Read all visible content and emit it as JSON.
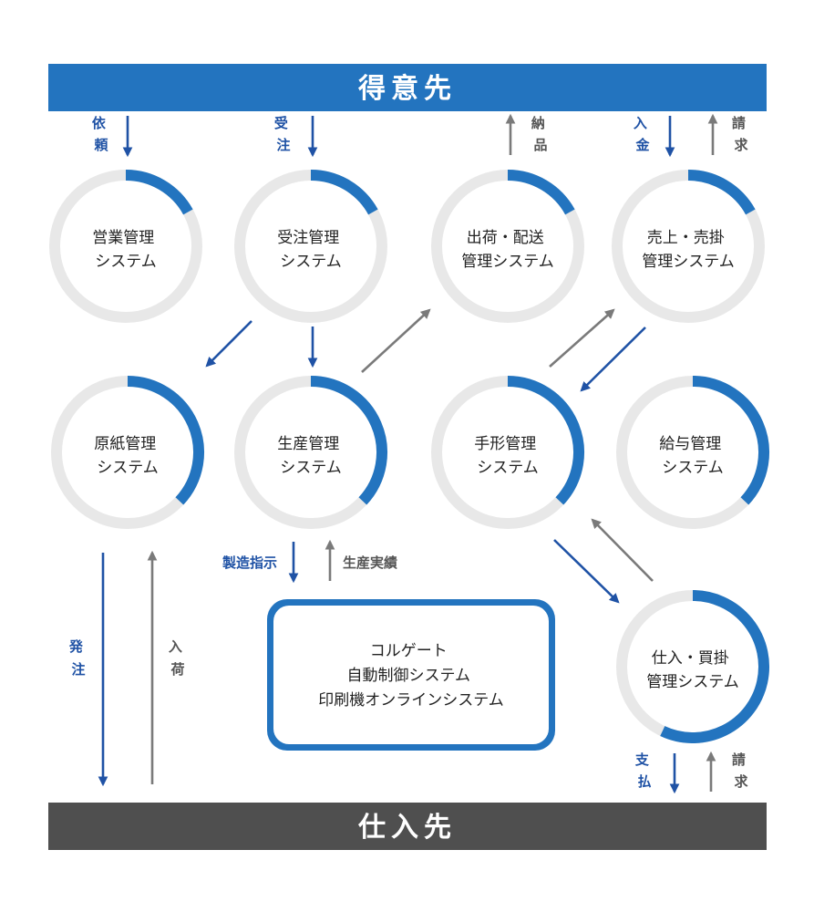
{
  "customer_bar": {
    "label": "得意先",
    "color": "#2374bf"
  },
  "supplier_bar": {
    "label": "仕入先",
    "color": "#4f4f4f"
  },
  "colors": {
    "blue": "#2374bf",
    "arrow_blue": "#1f52a5",
    "arrow_gray": "#7a7a7a",
    "ring_gray": "#e8e8e8",
    "text": "#222222"
  },
  "nodes": [
    {
      "id": "sales",
      "lines": [
        "営業管理",
        "システム"
      ],
      "progress": 0.17
    },
    {
      "id": "order",
      "lines": [
        "受注管理",
        "システム"
      ],
      "progress": 0.17
    },
    {
      "id": "shipping",
      "lines": [
        "出荷・配送",
        "管理システム"
      ],
      "progress": 0.17
    },
    {
      "id": "sales_ledger",
      "lines": [
        "売上・売掛",
        "管理システム"
      ],
      "progress": 0.17
    },
    {
      "id": "paper",
      "lines": [
        "原紙管理",
        "システム"
      ],
      "progress": 0.37
    },
    {
      "id": "production",
      "lines": [
        "生産管理",
        "システム"
      ],
      "progress": 0.37
    },
    {
      "id": "bills",
      "lines": [
        "手形管理",
        "システム"
      ],
      "progress": 0.37
    },
    {
      "id": "payroll",
      "lines": [
        "給与管理",
        "システム"
      ],
      "progress": 0.37
    },
    {
      "id": "purchase",
      "lines": [
        "仕入・買掛",
        "管理システム"
      ],
      "progress": 0.57
    }
  ],
  "center_box": {
    "lines": [
      "コルゲート",
      "自動制御システム",
      "印刷機オンラインシステム"
    ]
  },
  "labels": {
    "irai": "依頼",
    "juchu": "受注",
    "nohin": "納品",
    "nyukin": "入金",
    "seikyu_top": "請求",
    "seizo_shiji": "製造指示",
    "seisan_jisseki": "生産実績",
    "hatchu": "発注",
    "nyuka": "入荷",
    "shiharai": "支払",
    "seikyu_bottom": "請求"
  }
}
